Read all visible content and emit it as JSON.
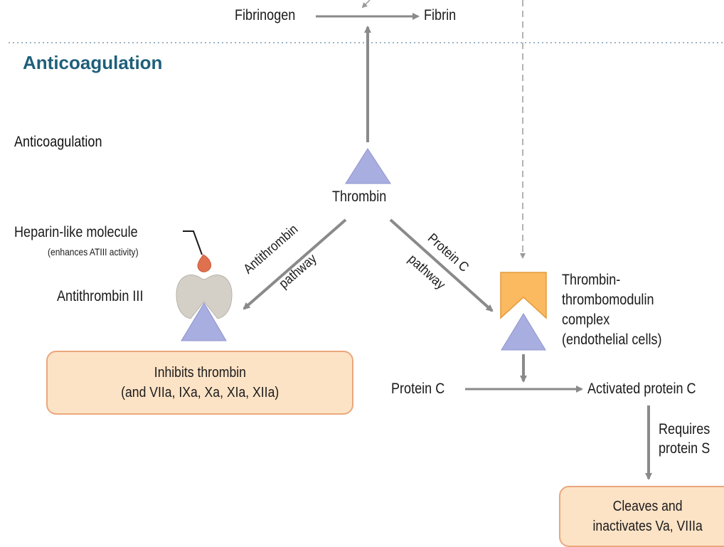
{
  "section_heading": "Anticoagulation",
  "subheading": "Anticoagulation",
  "nodes": {
    "fibrinogen": "Fibrinogen",
    "fibrin": "Fibrin",
    "thrombin": "Thrombin",
    "heparin_line1": "Heparin-like molecule",
    "heparin_line2": "(enhances ATIII activity)",
    "antithrombin_iii": "Antithrombin III",
    "complex_line1": "Thrombin-",
    "complex_line2": "thrombomodulin",
    "complex_line3": "complex",
    "complex_line4": "(endothelial cells)",
    "protein_c": "Protein C",
    "activated_protein_c": "Activated protein C",
    "requires_line1": "Requires",
    "requires_line2": "protein S"
  },
  "pathways": {
    "antithrombin_line1": "Antithrombin",
    "antithrombin_line2": "pathway",
    "protein_c_line1": "Protein C",
    "protein_c_line2": "pathway"
  },
  "boxes": {
    "inhibits_line1": "Inhibits thrombin",
    "inhibits_line2": "(and VIIa, IXa, Xa, XIa, XIIa)",
    "cleaves_line1": "Cleaves and",
    "cleaves_line2": "inactivates Va, VIIIa"
  },
  "colors": {
    "heading": "#1f5f7a",
    "triangle": "#a9aee0",
    "box_fill": "#fde3c6",
    "box_border": "#eaa77c",
    "thrombomodulin": "#fbb960",
    "heparin": "#e0714f",
    "antithrombin_shape": "#d5d0c7",
    "arrow": "#8a8a8a"
  }
}
